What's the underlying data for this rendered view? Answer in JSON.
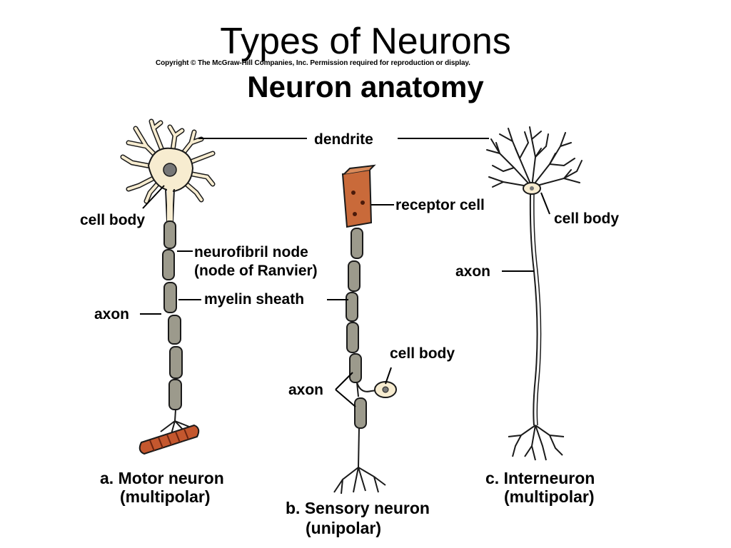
{
  "slide": {
    "title": "Types of Neurons"
  },
  "figure": {
    "copyright": "Copyright © The McGraw-Hill Companies, Inc. Permission required for reproduction or display.",
    "title": "Neuron anatomy"
  },
  "labels": {
    "dendrite": "dendrite",
    "cell_body": "cell body",
    "neurofibril_node": "neurofibril node",
    "node_of_ranvier": "(node of Ranvier)",
    "myelin_sheath": "myelin sheath",
    "axon": "axon",
    "receptor_cell": "receptor cell"
  },
  "captions": {
    "motor": {
      "name": "a. Motor neuron",
      "type": "(multipolar)"
    },
    "sensory": {
      "name": "b. Sensory neuron",
      "type": "(unipolar)"
    },
    "inter": {
      "name": "c. Interneuron",
      "type": "(multipolar)"
    }
  },
  "colors": {
    "cell_body": "#f7ecd0",
    "myelin": "#9c9a8c",
    "muscle": "#c4572e",
    "receptor": "#c96a3a",
    "outline": "#1a1a1a"
  }
}
